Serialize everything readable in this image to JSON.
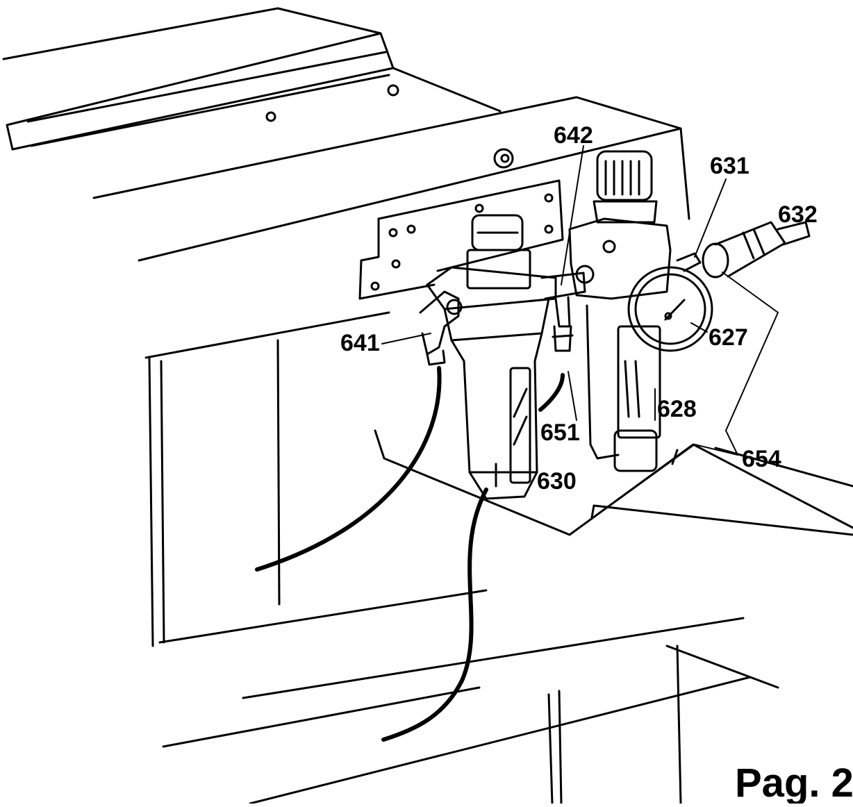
{
  "diagram": {
    "callouts": {
      "c642": "642",
      "c631": "631",
      "c632": "632",
      "c641": "641",
      "c627": "627",
      "c628": "628",
      "c651": "651",
      "c630": "630",
      "c654": "654"
    },
    "page_label": "Pag. 2"
  }
}
